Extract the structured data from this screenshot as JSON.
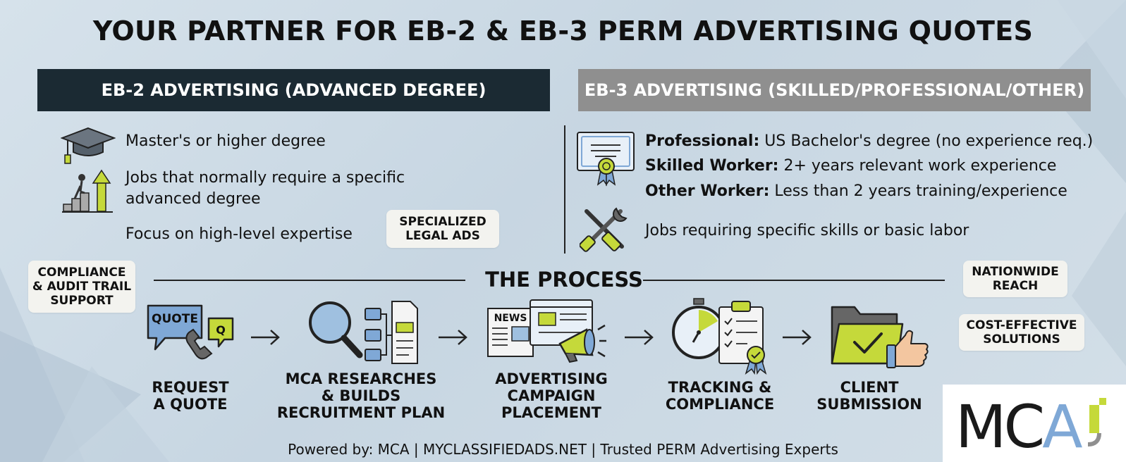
{
  "title": "YOUR PARTNER FOR EB-2 & EB-3 PERM ADVERTISING QUOTES",
  "eb2": {
    "header": "EB-2 ADVERTISING (ADVANCED DEGREE)",
    "items": [
      {
        "text": "Master's or higher degree",
        "icon": "graduation-cap-icon"
      },
      {
        "text_line1": "Jobs that normally require a specific",
        "text_line2": "advanced degree",
        "icon": "career-ladder-icon"
      },
      {
        "text": "Focus on high-level expertise"
      }
    ]
  },
  "eb3": {
    "header": "EB-3 ADVERTISING (SKILLED/PROFESSIONAL/OTHER)",
    "items": [
      {
        "label": "Professional:",
        "text": "US Bachelor's degree (no experience req.)"
      },
      {
        "label": "Skilled Worker:",
        "text": "2+ years relevant work experience"
      },
      {
        "label": "Other Worker:",
        "text": "Less than 2 years training/experience"
      },
      {
        "text": "Jobs requiring specific skills or basic labor",
        "icon": "tools-icon"
      }
    ]
  },
  "callouts": {
    "specialized": [
      "SPECIALIZED",
      "LEGAL ADS"
    ],
    "compliance": [
      "COMPLIANCE",
      "& AUDIT TRAIL",
      "SUPPORT"
    ],
    "nationwide": [
      "NATIONWIDE",
      "REACH"
    ],
    "cost": [
      "COST-EFFECTIVE",
      "SOLUTIONS"
    ]
  },
  "process": {
    "title": "THE PROCESS",
    "steps": [
      {
        "lines": [
          "REQUEST",
          "A QUOTE"
        ],
        "icon": "quote-phone-icon",
        "icon_text": "QUOTE",
        "icon_badge": "Q"
      },
      {
        "lines": [
          "MCA RESEARCHES",
          "& BUILDS",
          "RECRUITMENT PLAN"
        ],
        "icon": "research-plan-icon"
      },
      {
        "lines": [
          "ADVERTISING",
          "CAMPAIGN",
          "PLACEMENT"
        ],
        "icon": "newspaper-megaphone-icon",
        "icon_text": "NEWS"
      },
      {
        "lines": [
          "TRACKING &",
          "COMPLIANCE"
        ],
        "icon": "stopwatch-checklist-icon"
      },
      {
        "lines": [
          "CLIENT",
          "SUBMISSION"
        ],
        "icon": "folder-thumbs-up-icon"
      }
    ]
  },
  "footer": "Powered by: MCA | MYCLASSIFIEDADS.NET | Trusted PERM Advertising Experts",
  "logo": {
    "text": "MCA",
    "mark": "j"
  },
  "colors": {
    "accent_green": "#c5d93a",
    "eb2_header": "#1b2a33",
    "eb3_header": "#8f8f8f",
    "icon_blue": "#7fa8d6"
  }
}
